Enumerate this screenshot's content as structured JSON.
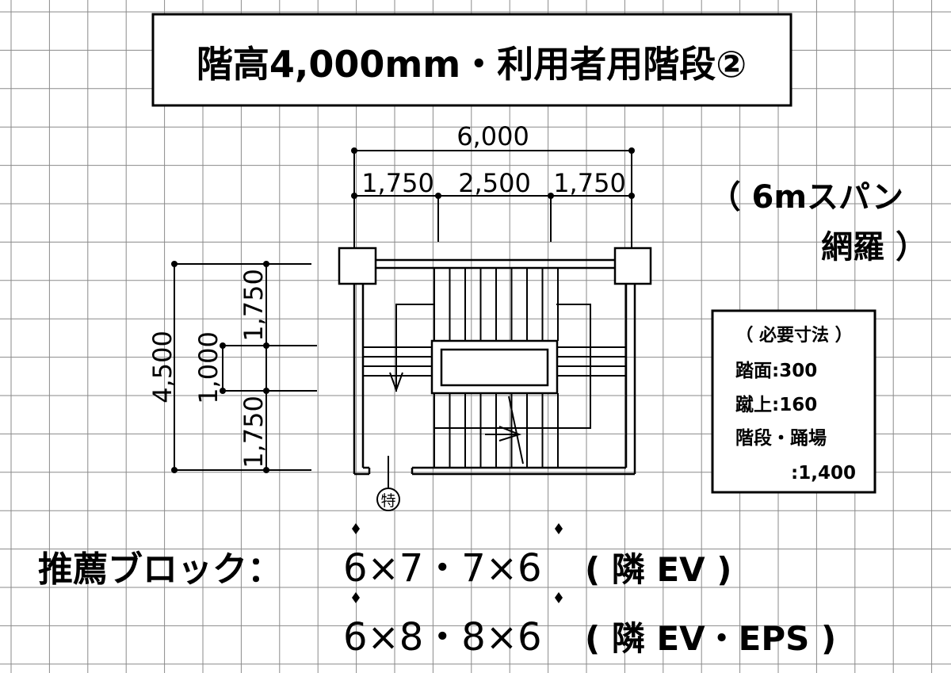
{
  "title": "階高4,000mm・利用者用階段②",
  "dimensions": {
    "total_width": "6,000",
    "width_left": "1,750",
    "width_center": "2,500",
    "width_right": "1,750",
    "total_depth": "4,500",
    "depth_top": "1,750",
    "depth_middle": "1,000",
    "depth_bottom": "1,750"
  },
  "side_note": {
    "line1": "（ 6mスパン",
    "line2": "網羅 ）"
  },
  "required_box": {
    "heading": "（ 必要寸法 ）",
    "tread": "踏面:300",
    "riser": "蹴上:160",
    "landing_label": "階段・踊場",
    "landing_value": ":1,400"
  },
  "special_mark": "特",
  "recommend": {
    "label": "推薦ブロック：",
    "row1": "6×7・7×6",
    "row1_note": "( 隣 EV )",
    "row2": "6×8・8×6",
    "row2_note": "( 隣 EV・EPS )"
  },
  "colors": {
    "ink": "#000000",
    "grid": "#8a8a8a",
    "paper": "#ffffff"
  }
}
